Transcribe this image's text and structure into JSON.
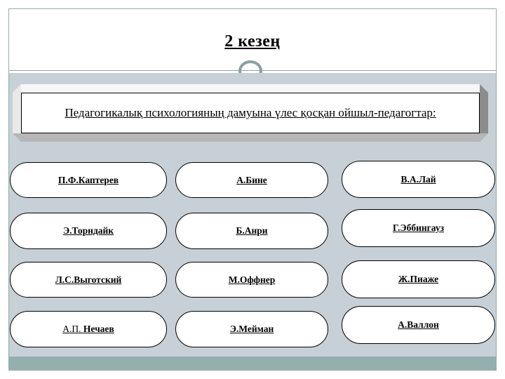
{
  "slide": {
    "title": "2 кезең",
    "header": "Педагогикалық психологияның дамуына үлес қосқан ойшыл-педагогтар:",
    "colors": {
      "body_background": "#c6d0d6",
      "footer_band": "#93afae",
      "divider_rule": "#8ea5a7",
      "ring_ornament": "#8a9fa3",
      "pill_fill": "#ffffff",
      "pill_border": "#000000",
      "text": "#000000"
    },
    "ornaments": {
      "ring": "circle-ring-ornament",
      "divider": "horizontal-rule"
    },
    "columns": [
      {
        "name": "column-left",
        "pills": [
          {
            "text": "П.Ф.Каптерев",
            "prefix": "",
            "bold_part": "П.Ф.Каптерев"
          },
          {
            "text": "Э.Торндайк",
            "prefix": "",
            "bold_part": "Э.Торндайк"
          },
          {
            "text": "Л.С.Выготский",
            "prefix": "",
            "bold_part": "Л.С.Выготский"
          },
          {
            "text": "А.П. Нечаев",
            "prefix": "А.П. ",
            "bold_part": "Нечаев"
          }
        ]
      },
      {
        "name": "column-middle",
        "pills": [
          {
            "text": "А.Бине",
            "prefix": "",
            "bold_part": "А.Бине"
          },
          {
            "text": "Б.Анри",
            "prefix": "",
            "bold_part": "Б.Анри"
          },
          {
            "text": "М.Оффнер",
            "prefix": "",
            "bold_part": "М.Оффнер"
          },
          {
            "text": "Э.Мейман",
            "prefix": "",
            "bold_part": "Э.Мейман"
          }
        ]
      },
      {
        "name": "column-right",
        "pills": [
          {
            "text": "В.А.Лай",
            "prefix": "",
            "bold_part": "В.А.Лай"
          },
          {
            "text": "Г.Эббингауз",
            "prefix": "",
            "bold_part": "Г.Эббингауз"
          },
          {
            "text": "Ж.Пиаже",
            "prefix": "",
            "bold_part": "Ж.Пиаже"
          },
          {
            "text": "А.Валлон",
            "prefix": "",
            "bold_part": "А.Валлон"
          }
        ]
      }
    ]
  }
}
